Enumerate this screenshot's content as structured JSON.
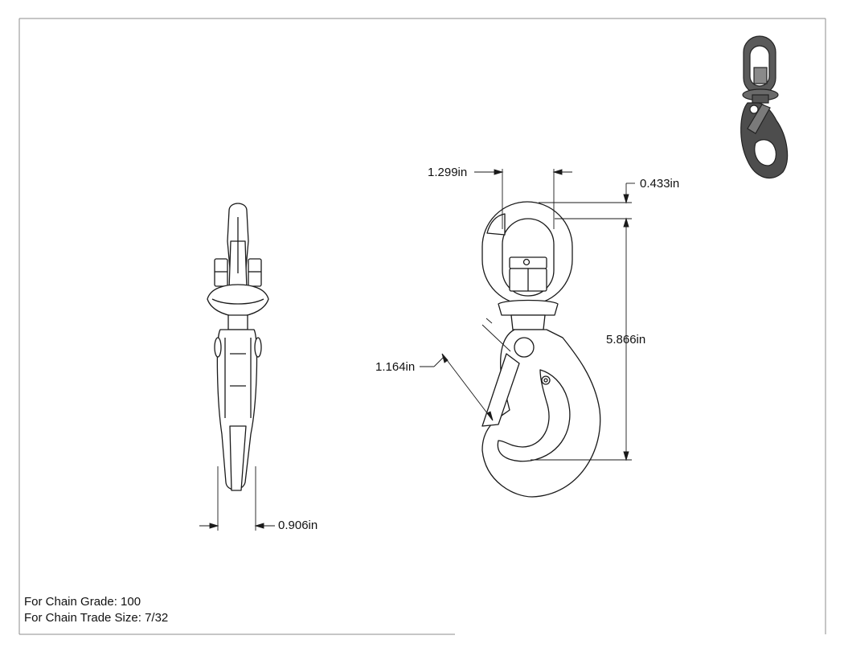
{
  "dimensions": {
    "loop_width": "1.299in",
    "loop_offset": "0.433in",
    "overall_height": "5.866in",
    "throat_opening": "1.164in",
    "thickness": "0.906in"
  },
  "notes": {
    "chain_grade": "For Chain Grade: 100",
    "chain_trade_size": "For Chain Trade Size: 7/32"
  },
  "icons": {
    "iso_view": "swivel-hook-isometric-icon"
  },
  "colors": {
    "line": "#1a1a1a",
    "frame": "#8c8c8c",
    "fill": "#ffffff",
    "shade": "#555555"
  }
}
